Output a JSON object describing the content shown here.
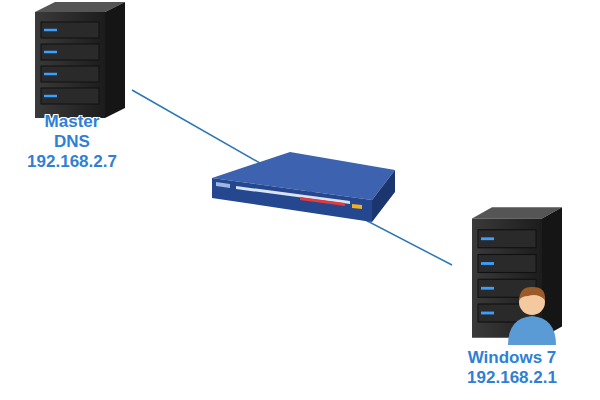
{
  "diagram": {
    "nodes": [
      {
        "text": [
          "Master DNS",
          "192.168.2.7"
        ]
      },
      {
        "text": [
          "Windows 7",
          "192.168.2.1"
        ]
      }
    ],
    "edges": [
      {
        "from": 0,
        "to": 1,
        "arrow": "none"
      }
    ]
  }
}
